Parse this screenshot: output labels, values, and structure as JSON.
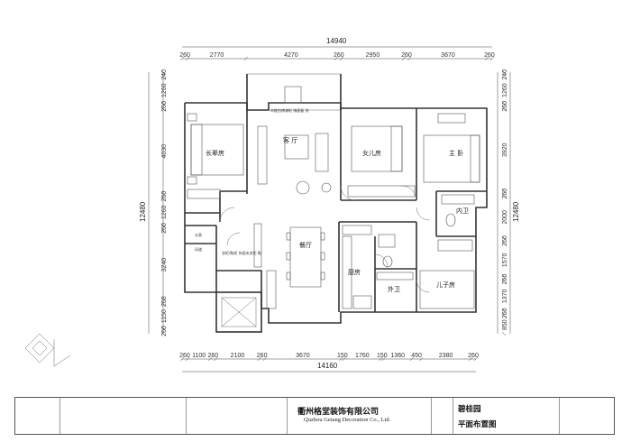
{
  "dimensions": {
    "top_total": "14940",
    "top_segments": [
      "260",
      "2770",
      "4270",
      "260",
      "2950",
      "260",
      "3670",
      "260"
    ],
    "bottom_total": "14160",
    "bottom_segments": [
      "260",
      "1100",
      "260",
      "2100",
      "260",
      "3670",
      "150",
      "1760",
      "150",
      "1360",
      "450",
      "2380",
      "260"
    ],
    "left_total": "12480",
    "left_segments": [
      "240",
      "1260",
      "260",
      "4030",
      "260",
      "1260",
      "260",
      "3240",
      "260",
      "1150",
      "260"
    ],
    "right_total": "12480",
    "right_segments": [
      "240",
      "1260",
      "260",
      "3920",
      "260",
      "2000",
      "260",
      "1570",
      "260",
      "1370",
      "260",
      "850"
    ]
  },
  "rooms": {
    "elder_room": "长辈房",
    "living_room": "客 厅",
    "daughter_room": "女儿房",
    "master_room": "主 卧",
    "master_bath": "内卫",
    "dining_room": "餐厅",
    "kitchen": "厨房",
    "guest_bath": "外卫",
    "son_room": "儿子房",
    "water": "水表",
    "gas": "风道"
  },
  "notes": {
    "balcony_note": "木推拉烤漆柜 饰面板 洗",
    "entry_note": "衣柜/鞋柜 饰面玄关柜 鞋"
  },
  "title_block": {
    "company_cn": "衢州格堂装饰有限公司",
    "company_en": "Quzhou Getang Decoration Co., Ltd.",
    "project_name": "碧桂园",
    "drawing_name": "平面布置图"
  }
}
